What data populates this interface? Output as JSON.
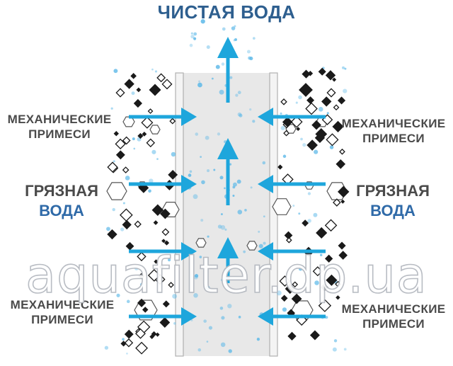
{
  "title": "ЧИСТАЯ ВОДА",
  "labels": {
    "mech_top_left": [
      "МЕХАНИЧЕСКИЕ",
      "ПРИМЕСИ"
    ],
    "mech_top_right": [
      "МЕХАНИЧЕСКИЕ",
      "ПРИМЕСИ"
    ],
    "dirty_left": [
      "ГРЯЗНАЯ",
      "ВОДА"
    ],
    "dirty_right": [
      "ГРЯЗНАЯ",
      "ВОДА"
    ],
    "mech_bottom_left": [
      "МЕХАНИЧЕСКИЕ",
      "ПРИМЕСИ"
    ],
    "mech_bottom_right": [
      "МЕХАНИЧЕСКИЕ",
      "ПРИМЕСИ"
    ]
  },
  "watermark": "aquafilter.dp.ua",
  "colors": {
    "arrow": "#1ea6dc",
    "bubble": "#5bb8e8",
    "filter_fill": "#e8e8e8",
    "filter_edge": "#b5b5b5",
    "particle": "#1a1a1a",
    "gray_text": "#4a4a4a",
    "blue_text": "#2f6aa8"
  }
}
